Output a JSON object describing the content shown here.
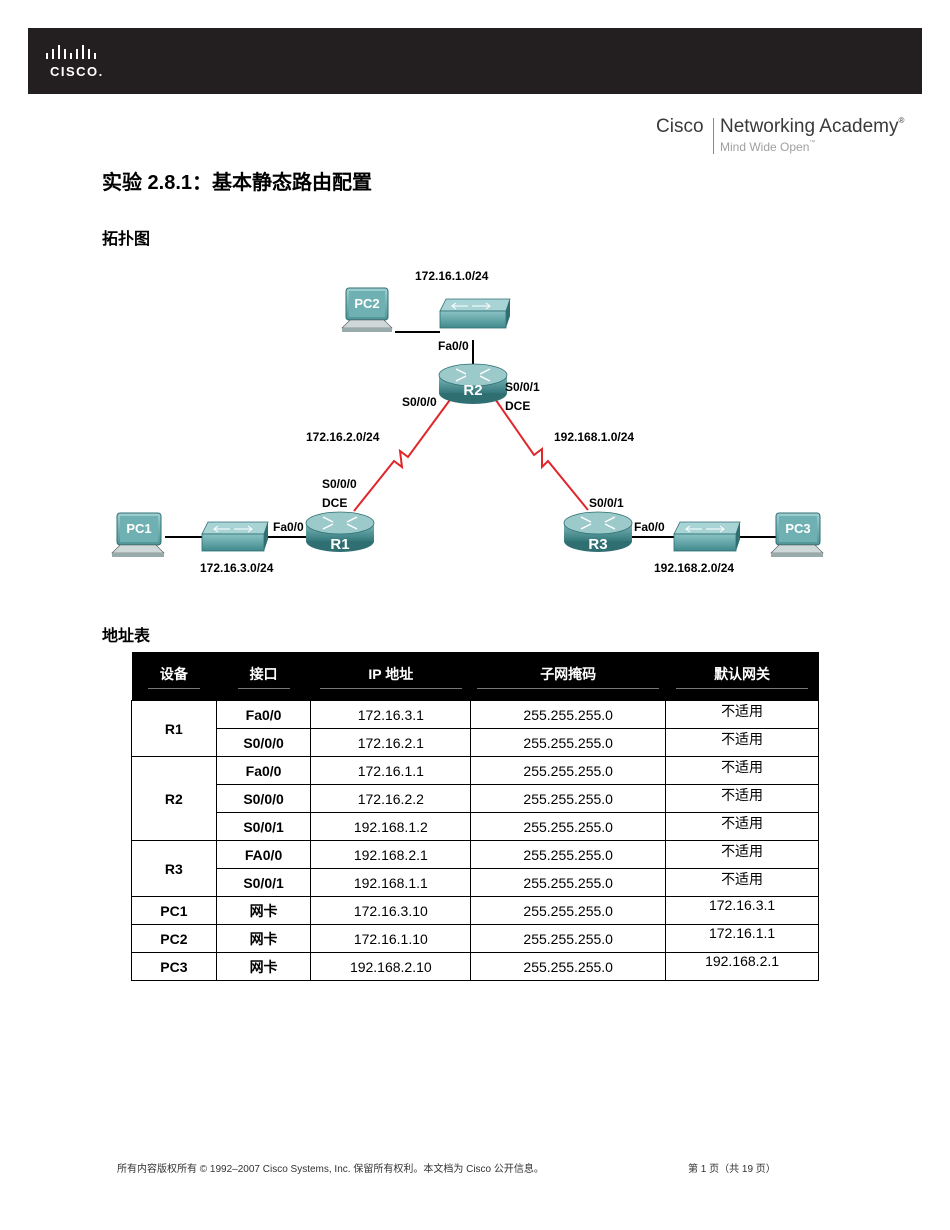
{
  "header": {
    "logo_text": "CISCO."
  },
  "academy": {
    "brand": "Cisco",
    "name": "Networking Academy",
    "registered": "®",
    "tagline": "Mind Wide Open",
    "tm": "™"
  },
  "title": "实验 2.8.1：基本静态路由配置",
  "sections": {
    "topology": "拓扑图",
    "address_table": "地址表"
  },
  "topology": {
    "devices": {
      "pc1": "PC1",
      "pc2": "PC2",
      "pc3": "PC3",
      "r1": "R1",
      "r2": "R2",
      "r3": "R3"
    },
    "networks": {
      "n1": "172.16.1.0/24",
      "n2": "172.16.2.0/24",
      "n3": "192.168.1.0/24",
      "n4": "172.16.3.0/24",
      "n5": "192.168.2.0/24"
    },
    "interfaces": {
      "r2_fa": "Fa0/0",
      "r2_s000": "S0/0/0",
      "r2_s001": "S0/0/1",
      "r2_dce": "DCE",
      "r1_s000": "S0/0/0",
      "r1_dce": "DCE",
      "r1_fa": "Fa0/0",
      "r3_s001": "S0/0/1",
      "r3_fa": "Fa0/0"
    }
  },
  "table": {
    "headers": [
      "设备",
      "接口",
      "IP 地址",
      "子网掩码",
      "默认网关"
    ],
    "rows": [
      {
        "device": "R1",
        "interface": "Fa0/0",
        "ip": "172.16.3.1",
        "mask": "255.255.255.0",
        "gateway": "不适用"
      },
      {
        "device": "",
        "interface": "S0/0/0",
        "ip": "172.16.2.1",
        "mask": "255.255.255.0",
        "gateway": "不适用"
      },
      {
        "device": "R2",
        "interface": "Fa0/0",
        "ip": "172.16.1.1",
        "mask": "255.255.255.0",
        "gateway": "不适用"
      },
      {
        "device": "",
        "interface": "S0/0/0",
        "ip": "172.16.2.2",
        "mask": "255.255.255.0",
        "gateway": "不适用"
      },
      {
        "device": "",
        "interface": "S0/0/1",
        "ip": "192.168.1.2",
        "mask": "255.255.255.0",
        "gateway": "不适用"
      },
      {
        "device": "R3",
        "interface": "FA0/0",
        "ip": "192.168.2.1",
        "mask": "255.255.255.0",
        "gateway": "不适用"
      },
      {
        "device": "",
        "interface": "S0/0/1",
        "ip": "192.168.1.1",
        "mask": "255.255.255.0",
        "gateway": "不适用"
      },
      {
        "device": "PC1",
        "interface": "网卡",
        "ip": "172.16.3.10",
        "mask": "255.255.255.0",
        "gateway": "172.16.3.1"
      },
      {
        "device": "PC2",
        "interface": "网卡",
        "ip": "172.16.1.10",
        "mask": "255.255.255.0",
        "gateway": "172.16.1.1"
      },
      {
        "device": "PC3",
        "interface": "网卡",
        "ip": "192.168.2.10",
        "mask": "255.255.255.0",
        "gateway": "192.168.2.1"
      }
    ]
  },
  "footer": {
    "copyright": "所有内容版权所有 © 1992–2007 Cisco Systems, Inc. 保留所有权利。本文档为 Cisco 公开信息。",
    "page": "第 1 页（共 19 页）"
  },
  "colors": {
    "header_bg": "#231f20",
    "device_teal": "#4f9a9d",
    "serial_link": "#e0262a"
  }
}
